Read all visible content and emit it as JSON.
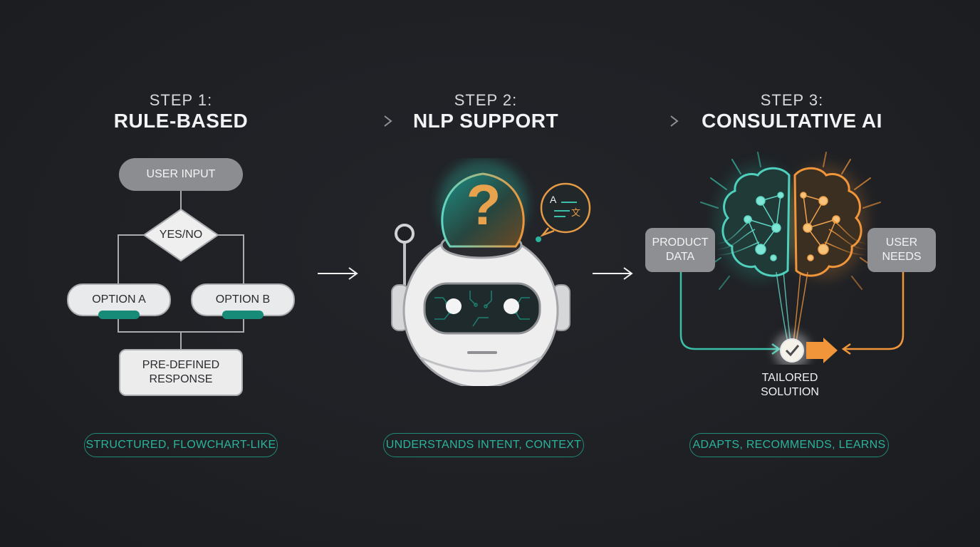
{
  "steps": [
    {
      "label": "STEP 1:",
      "title": "RULE-BASED",
      "tag": "STRUCTURED, FLOWCHART-LIKE"
    },
    {
      "label": "STEP 2:",
      "title": "NLP SUPPORT",
      "tag": "UNDERSTANDS INTENT, CONTEXT"
    },
    {
      "label": "STEP 3:",
      "title": "CONSULTATIVE AI",
      "tag": "ADAPTS, RECOMMENDS, LEARNS"
    }
  ],
  "flowchart": {
    "user_input": "USER INPUT",
    "decision": "YES/NO",
    "option_a": "OPTION A",
    "option_b": "OPTION B",
    "response_line1": "PRE-DEFINED",
    "response_line2": "RESPONSE"
  },
  "nlp": {
    "question_glyph": "?",
    "translate_glyph": "A",
    "translate_glyph2": "文"
  },
  "consultative": {
    "left_line1": "PRODUCT",
    "left_line2": "DATA",
    "right_line1": "USER",
    "right_line2": "NEEDS",
    "result_line1": "TAILORED",
    "result_line2": "SOLUTION"
  },
  "colors": {
    "teal": "#1fa88f",
    "cyan": "#5fd6c4",
    "orange": "#f0953a",
    "background": "#1e2024"
  },
  "icons": [
    "arrow-right-icon",
    "robot-icon",
    "question-bulb-icon",
    "translate-bubble-icon",
    "brain-icon",
    "checkmark-icon"
  ]
}
